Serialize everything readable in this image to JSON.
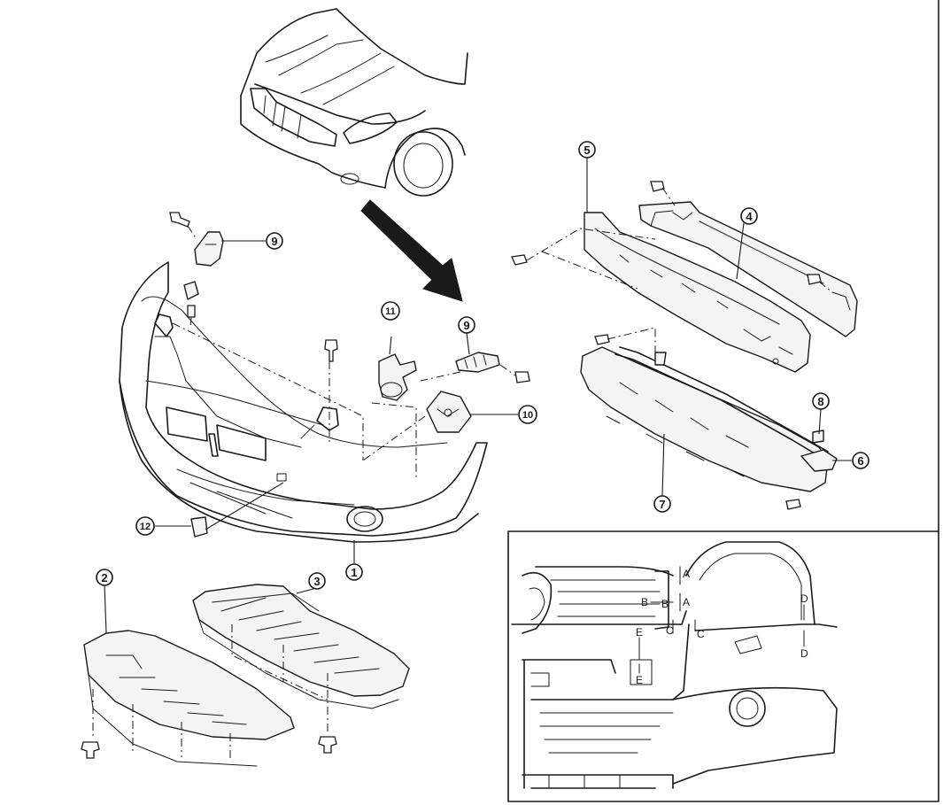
{
  "callouts": {
    "c1": "1",
    "c2": "2",
    "c3": "3",
    "c4": "4",
    "c5": "5",
    "c6": "6",
    "c7": "7",
    "c8": "8",
    "c9a": "9",
    "c9b": "9",
    "c10": "10",
    "c11": "11",
    "c12": "12"
  },
  "inset": {
    "marks": {
      "a1": "A",
      "a2": "A",
      "b1": "B",
      "b2": "B",
      "c1": "C",
      "c2": "C",
      "d1": "D",
      "d2": "D",
      "e1": "E",
      "e2": "E"
    }
  }
}
